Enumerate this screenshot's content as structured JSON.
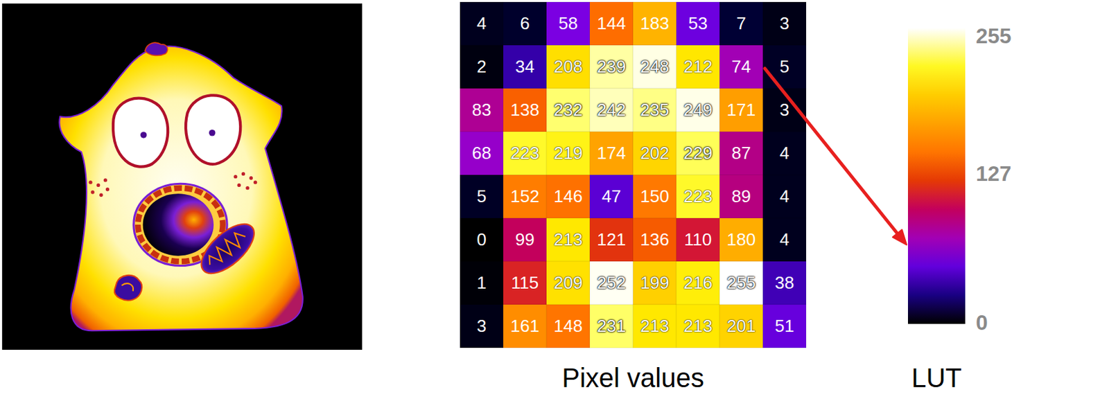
{
  "diagram": {
    "labels": [
      "4",
      "6",
      "58",
      "144",
      "183",
      "53",
      "7",
      "3",
      "2",
      "34",
      "208",
      "239",
      "248",
      "212",
      "74",
      "5",
      "83",
      "138",
      "232",
      "242",
      "235",
      "249",
      "171",
      "3",
      "68",
      "223",
      "219",
      "174",
      "202",
      "229",
      "87",
      "4",
      "5",
      "152",
      "146",
      "47",
      "150",
      "223",
      "89",
      "4",
      "0",
      "99",
      "213",
      "121",
      "136",
      "110",
      "180",
      "4",
      "1",
      "115",
      "209",
      "252",
      "199",
      "216",
      "255",
      "38",
      "3",
      "161",
      "148",
      "231",
      "213",
      "213",
      "201",
      "51",
      "255",
      "127",
      "0",
      "Pixel values",
      "LUT"
    ]
  }
}
